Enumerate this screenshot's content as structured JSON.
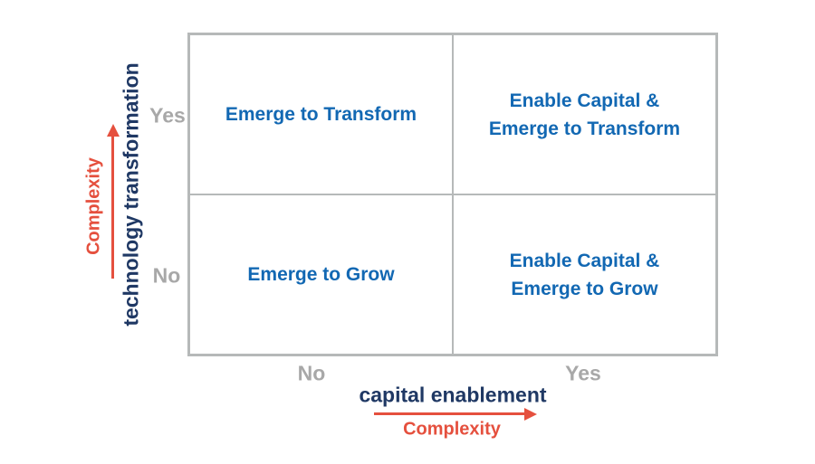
{
  "colors": {
    "quadrant_text": "#1268b3",
    "axis_title": "#1f3864",
    "complexity_accent": "#e5503e",
    "tick_label": "#a8a8a8",
    "grid_line": "#b6b9b9",
    "background": "#ffffff"
  },
  "matrix": {
    "quadrants": [
      {
        "position": "top-left",
        "label": "Emerge to Transform"
      },
      {
        "position": "top-right",
        "label": "Enable Capital &\nEmerge to Transform"
      },
      {
        "position": "bottom-left",
        "label": "Emerge to Grow"
      },
      {
        "position": "bottom-right",
        "label": "Enable Capital &\nEmerge to Grow"
      }
    ]
  },
  "y_axis": {
    "title": "technology transformation",
    "complexity_label": "Complexity",
    "ticks": {
      "top": "Yes",
      "bottom": "No"
    }
  },
  "x_axis": {
    "title": "capital enablement",
    "complexity_label": "Complexity",
    "ticks": {
      "left": "No",
      "right": "Yes"
    }
  }
}
